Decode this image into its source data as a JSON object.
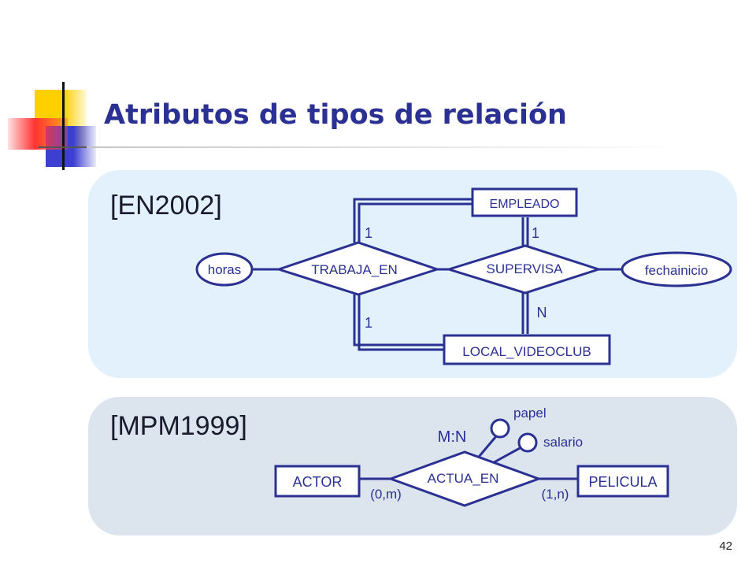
{
  "slide": {
    "title": "Atributos de tipos de relación",
    "page_number": "42"
  },
  "colors": {
    "ink": "#2b3192",
    "panel_top": "#e2f1fc",
    "panel_bottom": "#dce5ed",
    "deco_yellow": "#ffd000",
    "deco_blue": "#3c3fd1",
    "deco_red": "#ff3333"
  },
  "diagram_en": {
    "reference": "[EN2002]",
    "entities": {
      "empleado": "EMPLEADO",
      "local": "LOCAL_VIDEOCLUB"
    },
    "relationships": {
      "trabaja_en": "TRABAJA_EN",
      "supervisa": "SUPERVISA"
    },
    "attributes": {
      "horas": "horas",
      "fechainicio": "fechainicio"
    },
    "cardinalities": {
      "trabaja_empleado": "1",
      "trabaja_local": "1",
      "supervisa_empleado": "1",
      "supervisa_local": "N"
    }
  },
  "diagram_mpm": {
    "reference": "[MPM1999]",
    "entities": {
      "actor": "ACTOR",
      "pelicula": "PELICULA"
    },
    "relationship": "ACTUA_EN",
    "type_label": "M:N",
    "attributes": {
      "papel": "papel",
      "salario": "salario"
    },
    "cardinalities": {
      "actor": "(0,m)",
      "pelicula": "(1,n)"
    }
  }
}
